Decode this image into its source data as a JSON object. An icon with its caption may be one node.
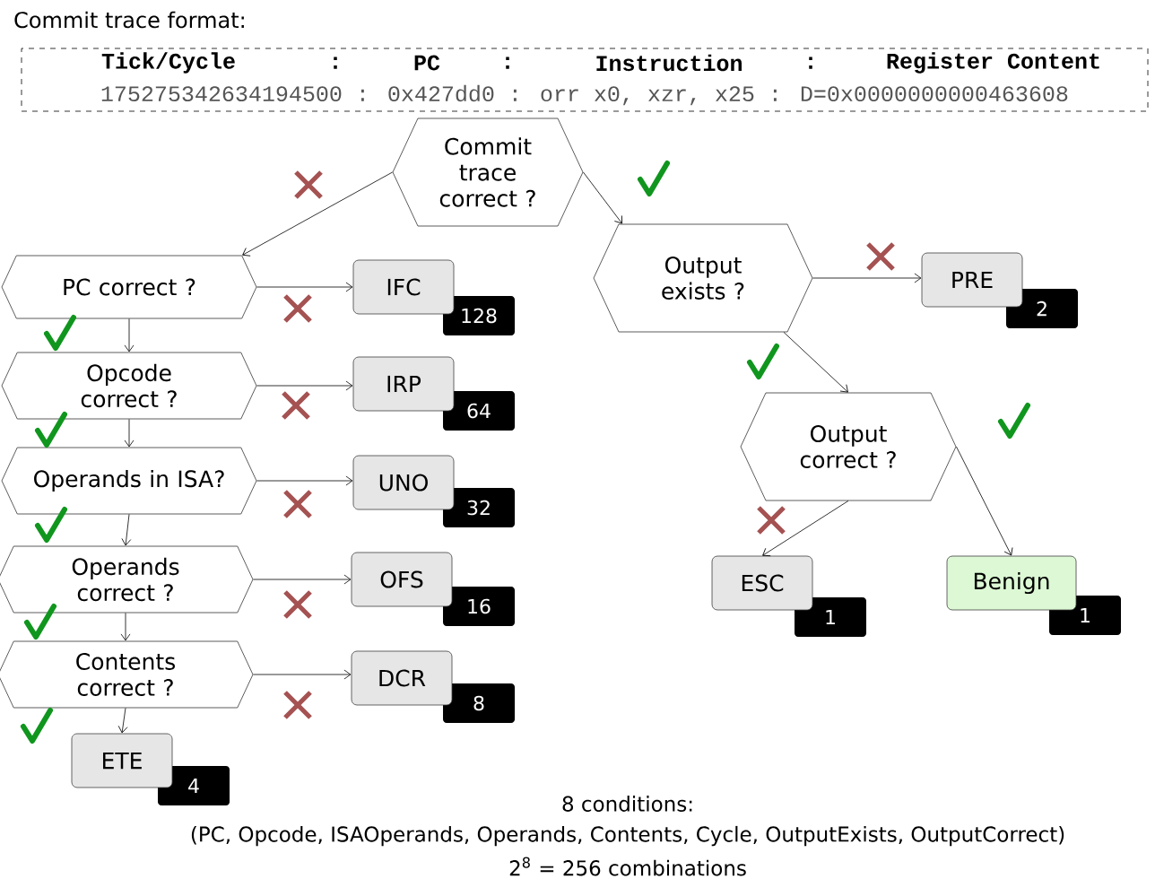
{
  "diagram": {
    "title": "Commit trace format:",
    "nodes": [
      {
        "text": [
          "Tick/Cycle",
          ":",
          "PC",
          ":",
          "Instruction",
          ":",
          "Register Content",
          "175275342634194500 : 0x427dd0 : orr x0, xzr, x25 : D=0x0000000000463608"
        ]
      },
      {
        "text": [
          "Commit trace correct ?"
        ]
      },
      {
        "text": [
          "PC correct ?"
        ]
      },
      {
        "text": [
          "IFC"
        ],
        "beside": [
          "128"
        ]
      },
      {
        "text": [
          "Opcode correct ?"
        ]
      },
      {
        "text": [
          "IRP"
        ],
        "beside": [
          "64"
        ]
      },
      {
        "text": [
          "Operands in ISA?"
        ]
      },
      {
        "text": [
          "UNO"
        ],
        "beside": [
          "32"
        ]
      },
      {
        "text": [
          "Operands correct ?"
        ]
      },
      {
        "text": [
          "OFS"
        ],
        "beside": [
          "16"
        ]
      },
      {
        "text": [
          "Contents correct ?"
        ]
      },
      {
        "text": [
          "DCR"
        ],
        "beside": [
          "8"
        ]
      },
      {
        "text": [
          "ETE"
        ],
        "beside": [
          "4"
        ]
      },
      {
        "text": [
          "Output exists ?"
        ]
      },
      {
        "text": [
          "PRE"
        ],
        "beside": [
          "2"
        ]
      },
      {
        "text": [
          "Output correct ?"
        ]
      },
      {
        "text": [
          "ESC"
        ],
        "beside": [
          "1"
        ]
      },
      {
        "text": [
          "Benign"
        ],
        "beside": [
          "1"
        ]
      }
    ],
    "edges": [
      {
        "from": 1,
        "to": 2,
        "arrow": "to"
      },
      {
        "from": 1,
        "to": 13,
        "arrow": "to"
      },
      {
        "from": 2,
        "to": 3,
        "arrow": "to"
      },
      {
        "from": 2,
        "to": 4,
        "arrow": "to"
      },
      {
        "from": 4,
        "to": 5,
        "arrow": "to"
      },
      {
        "from": 4,
        "to": 6,
        "arrow": "to"
      },
      {
        "from": 6,
        "to": 7,
        "arrow": "to"
      },
      {
        "from": 6,
        "to": 8,
        "arrow": "to"
      },
      {
        "from": 8,
        "to": 9,
        "arrow": "to"
      },
      {
        "from": 8,
        "to": 10,
        "arrow": "to"
      },
      {
        "from": 10,
        "to": 11,
        "arrow": "to"
      },
      {
        "from": 10,
        "to": 12,
        "arrow": "to"
      },
      {
        "from": 13,
        "to": 14,
        "arrow": "to"
      },
      {
        "from": 13,
        "to": 15,
        "arrow": "to"
      },
      {
        "from": 15,
        "to": 16,
        "arrow": "to"
      },
      {
        "from": 15,
        "to": 17,
        "arrow": "to"
      }
    ],
    "labels": [
      "8 conditions:",
      "(PC, Opcode, ISAOperands, Operands, Contents, Cycle, OutputExists, OutputCorrect)",
      "2$^{8}$ = 256 combinations"
    ]
  }
}
